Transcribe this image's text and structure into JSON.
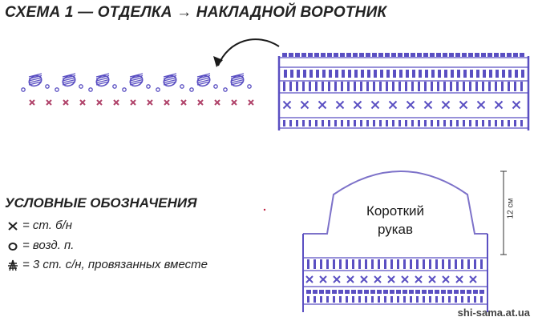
{
  "title": "СХЕМА 1 — ОТДЕЛКА → НАКЛАДНОЙ ВОРОТНИК",
  "legend": {
    "heading": "УСЛОВНЫЕ ОБОЗНАЧЕНИЯ",
    "items": [
      {
        "icon": "x-stitch-icon",
        "text": "= ст. б/н"
      },
      {
        "icon": "chain-circle-icon",
        "text": "= возд. п."
      },
      {
        "icon": "cluster-stitch-icon",
        "text": "= 3 ст. с/н, провязанных вместе"
      }
    ]
  },
  "sleeve": {
    "label_line1": "Короткий",
    "label_line2": "рукав",
    "dimension": "12 см"
  },
  "watermark": "shi-sama.at.ua",
  "colors": {
    "pattern": "#5a4fc2",
    "accent": "#b0436a",
    "outline": "#7d72c9",
    "text": "#222222"
  }
}
